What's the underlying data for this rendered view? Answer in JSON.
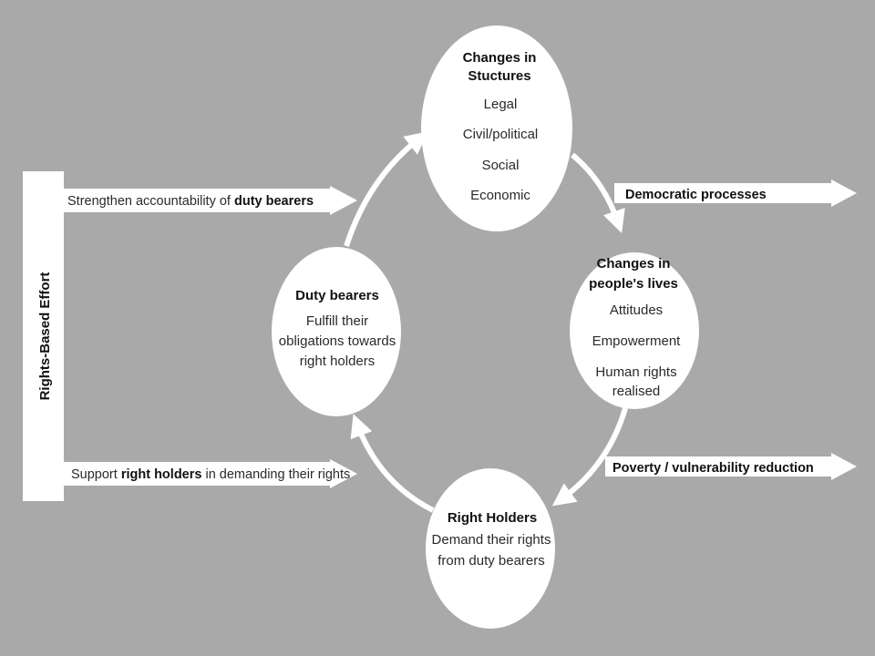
{
  "sidebar": {
    "label": "Rights-Based Effort"
  },
  "left_arrows": {
    "top": {
      "prefix": "Strengthen accountability of ",
      "bold": "duty bearers"
    },
    "bottom": {
      "prefix": "Support ",
      "bold": "right holders",
      "suffix": " in demanding their rights"
    }
  },
  "right_arrows": {
    "top": "Democratic processes",
    "bottom": "Poverty / vulnerability reduction"
  },
  "nodes": {
    "structures": {
      "title": [
        "Changes in",
        "Stuctures"
      ],
      "items": [
        "Legal",
        "Civil/political",
        "Social",
        "Economic"
      ]
    },
    "lives": {
      "title": [
        "Changes in",
        "people's lives"
      ],
      "items": [
        "Attitudes",
        "Empowerment",
        "Human rights",
        "realised"
      ]
    },
    "holders": {
      "title": [
        "Right Holders"
      ],
      "items": [
        "Demand their rights",
        "from duty bearers"
      ]
    },
    "bearers": {
      "title": [
        "Duty bearers"
      ],
      "items": [
        "Fulfill their",
        "obligations towards",
        "right holders"
      ]
    }
  }
}
